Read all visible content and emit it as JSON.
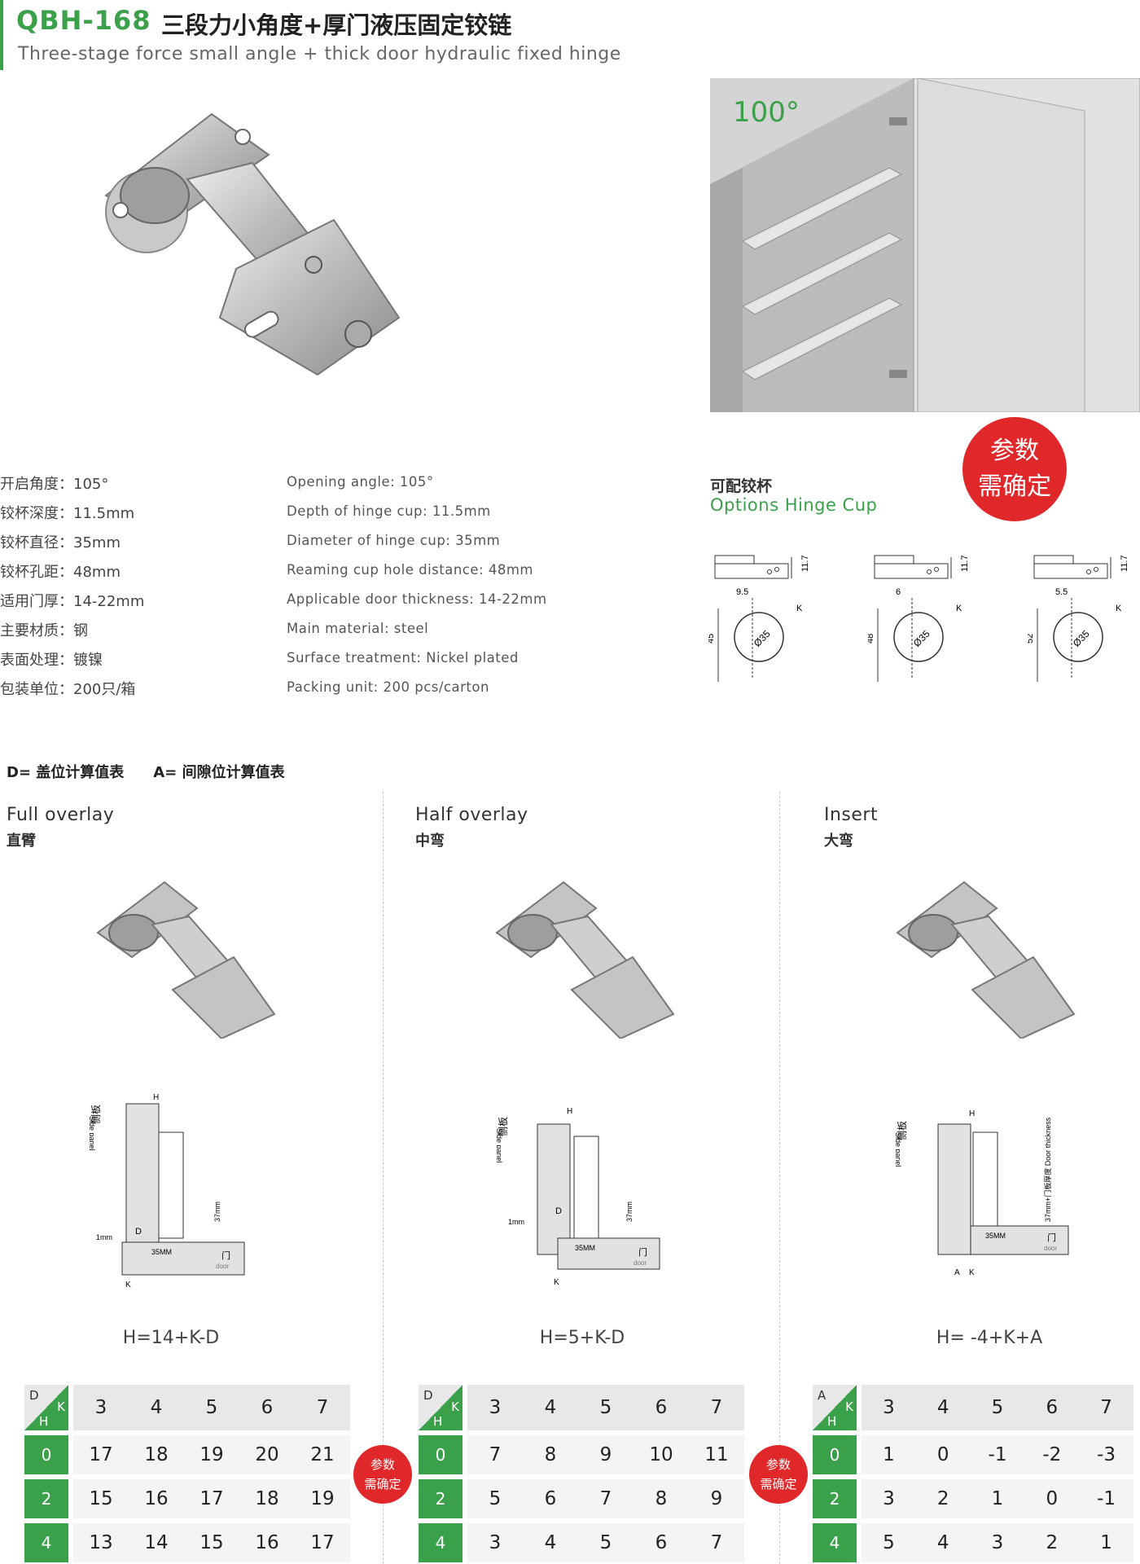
{
  "header": {
    "code": "QBH-168",
    "title_cn": "三段力小角度+厚门液压固定铰链",
    "title_en": "Three-stage force small angle + thick door hydraulic fixed hinge"
  },
  "photo": {
    "angle_label": "100°"
  },
  "specs_cn": [
    "开启角度：105°",
    "铰杯深度：11.5mm",
    "铰杯直径：35mm",
    "铰杯孔距：48mm",
    "适用门厚：14-22mm",
    "主要材质：钢",
    "表面处理：镀镍",
    "包装单位：200只/箱"
  ],
  "specs_en": [
    "Opening angle: 105°",
    "Depth of hinge cup: 11.5mm",
    "Diameter of hinge cup: 35mm",
    "Reaming cup hole distance: 48mm",
    "Applicable door thickness: 14-22mm",
    "Main material: steel",
    "Surface treatment: Nickel plated",
    "Packing unit: 200 pcs/carton"
  ],
  "badge": {
    "line1": "参数",
    "line2": "需确定"
  },
  "cups": {
    "title_cn": "可配铰杯",
    "title_en": "Options Hinge Cup",
    "items": [
      {
        "depth": "11.7",
        "offset": "9.5",
        "k": "K",
        "height": "45",
        "dia": "Ø35"
      },
      {
        "depth": "11.7",
        "offset": "6",
        "k": "K",
        "height": "48",
        "dia": "Ø35"
      },
      {
        "depth": "11.7",
        "offset": "5.5",
        "k": "K",
        "height": "52",
        "dia": "Ø35"
      }
    ]
  },
  "calc_title": "D= 盖位计算值表　　A= 间隙位计算值表",
  "columns": [
    {
      "en": "Full overlay",
      "cn": "直臂",
      "formula": "H=14+K-D",
      "diag": {
        "side_cn": "侧板",
        "side_en": "Side panel",
        "h": "H",
        "d": "D",
        "mm1": "1mm",
        "mm35": "35MM",
        "dim": "37mm",
        "door_cn": "门",
        "door_en": "door",
        "k": "K"
      },
      "corner": {
        "top": "D",
        "right": "K",
        "bottom": "H"
      },
      "k_values": [
        "3",
        "4",
        "5",
        "6",
        "7"
      ],
      "rows": [
        {
          "h": "0",
          "vals": [
            "17",
            "18",
            "19",
            "20",
            "21"
          ]
        },
        {
          "h": "2",
          "vals": [
            "15",
            "16",
            "17",
            "18",
            "19"
          ]
        },
        {
          "h": "4",
          "vals": [
            "13",
            "14",
            "15",
            "16",
            "17"
          ]
        }
      ]
    },
    {
      "en": "Half overlay",
      "cn": "中弯",
      "formula": "H=5+K-D",
      "diag": {
        "side_cn": "侧板",
        "side_en": "Side panel",
        "h": "H",
        "d": "D",
        "mm1": "1mm",
        "mm35": "35MM",
        "dim": "37mm",
        "door_cn": "门",
        "door_en": "door",
        "k": "K"
      },
      "corner": {
        "top": "D",
        "right": "K",
        "bottom": "H"
      },
      "k_values": [
        "3",
        "4",
        "5",
        "6",
        "7"
      ],
      "rows": [
        {
          "h": "0",
          "vals": [
            "7",
            "8",
            "9",
            "10",
            "11"
          ]
        },
        {
          "h": "2",
          "vals": [
            "5",
            "6",
            "7",
            "8",
            "9"
          ]
        },
        {
          "h": "4",
          "vals": [
            "3",
            "4",
            "5",
            "6",
            "7"
          ]
        }
      ]
    },
    {
      "en": "Insert",
      "cn": "大弯",
      "formula": "H= -4+K+A",
      "diag": {
        "side_cn": "侧板",
        "side_en": "Side panel",
        "h": "H",
        "d": "A",
        "mm1": "",
        "mm35": "35MM",
        "dim": "37mm+门板厚度 Door thickness",
        "door_cn": "门",
        "door_en": "door",
        "k": "K"
      },
      "corner": {
        "top": "A",
        "right": "K",
        "bottom": "H"
      },
      "k_values": [
        "3",
        "4",
        "5",
        "6",
        "7"
      ],
      "rows": [
        {
          "h": "0",
          "vals": [
            "1",
            "0",
            "-1",
            "-2",
            "-3"
          ]
        },
        {
          "h": "2",
          "vals": [
            "3",
            "2",
            "1",
            "0",
            "-1"
          ]
        },
        {
          "h": "4",
          "vals": [
            "5",
            "4",
            "3",
            "2",
            "1"
          ]
        }
      ]
    }
  ],
  "colors": {
    "accent": "#3aa04a",
    "badge": "#e0272a"
  }
}
